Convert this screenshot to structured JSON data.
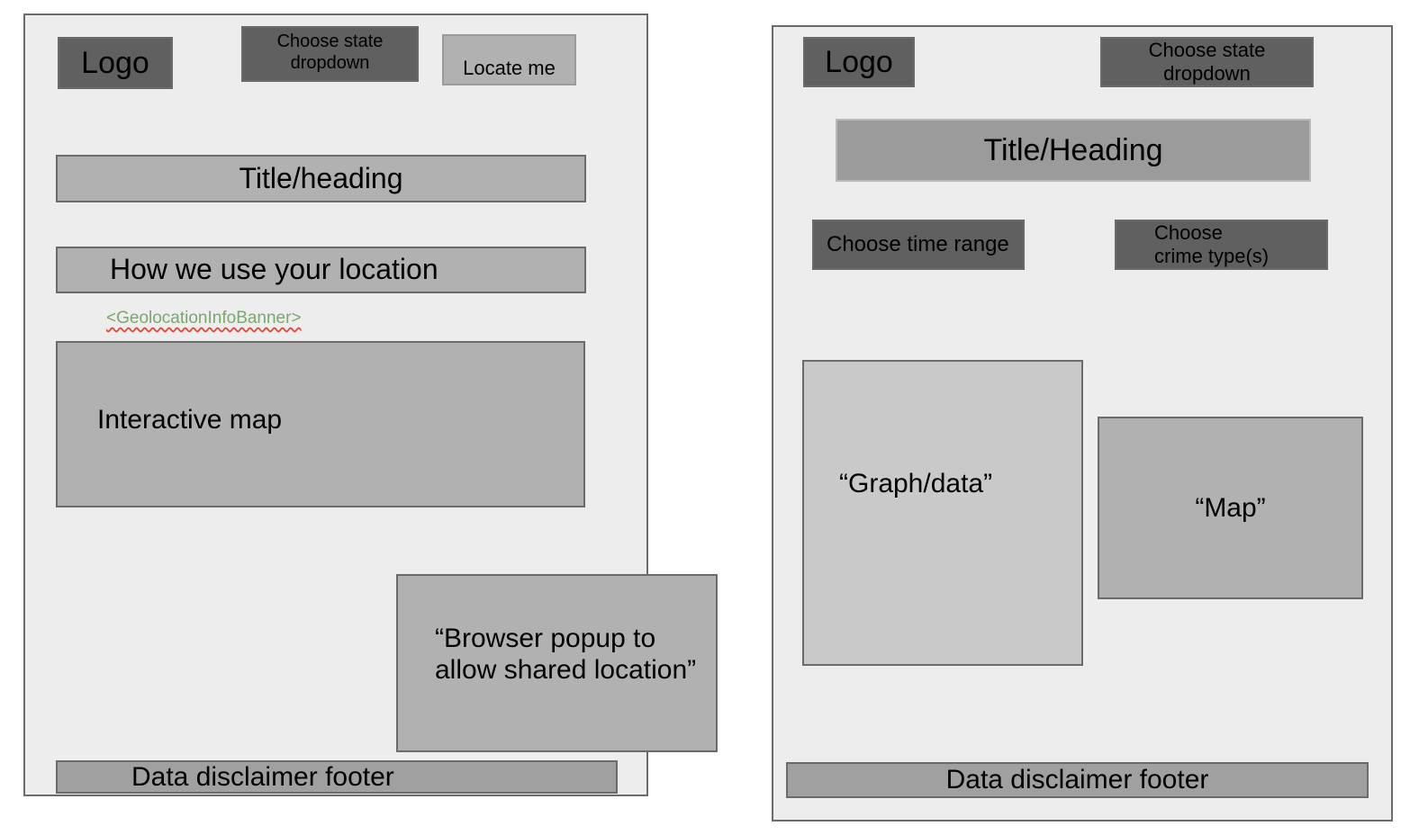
{
  "meta": {
    "view_kind": "wireframe-mockup",
    "colors": {
      "page_background": "#ffffff",
      "panel_background": "#ededed",
      "panel_border": "#6b6b6b",
      "block_dark": "#606060",
      "block_mid": "#9b9b9b",
      "block_light": "#b1b1b1",
      "block_lighter": "#c9c9c9",
      "footer_gray": "#a0a0a0",
      "annotation_green": "#7aa96b",
      "spellcheck_red": "#e04a3a"
    }
  },
  "screens": [
    {
      "id": "landing-screen",
      "header": {
        "logo": "Logo",
        "state_dropdown": "Choose state\ndropdown",
        "locate_button": "Locate me"
      },
      "title_bar": "Title/heading",
      "location_bar": "How we use your location",
      "annotation": "<GeolocationInfoBanner>",
      "map_placeholder": "Interactive map",
      "popup": "“Browser popup to allow shared location”",
      "footer": "Data disclaimer footer"
    },
    {
      "id": "dashboard-screen",
      "header": {
        "logo": "Logo",
        "state_dropdown": "Choose state dropdown"
      },
      "title_bar": "Title/Heading",
      "filters": {
        "time_range": "Choose time range",
        "crime_type": "Choose\ncrime type(s)"
      },
      "graph_placeholder": "“Graph/data”",
      "map_placeholder": "“Map”",
      "footer": "Data disclaimer footer"
    }
  ]
}
